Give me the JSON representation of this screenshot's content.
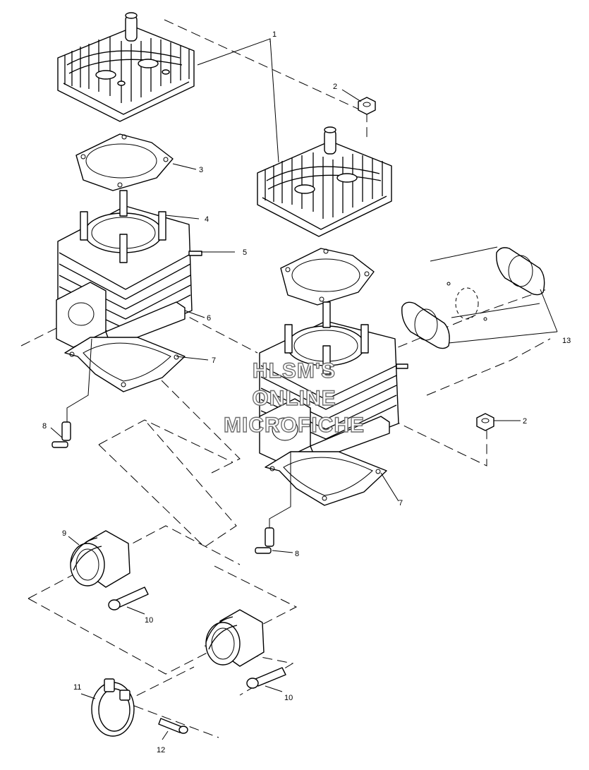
{
  "watermark": {
    "line1": "HLSM'S",
    "line2": "ONLINE",
    "line3": "MICROFICHE"
  },
  "callouts": [
    {
      "id": "c1",
      "label": "1"
    },
    {
      "id": "c2a",
      "label": "2"
    },
    {
      "id": "c3",
      "label": "3"
    },
    {
      "id": "c4",
      "label": "4"
    },
    {
      "id": "c5",
      "label": "5"
    },
    {
      "id": "c6",
      "label": "6"
    },
    {
      "id": "c7a",
      "label": "7"
    },
    {
      "id": "c8a",
      "label": "8"
    },
    {
      "id": "c13",
      "label": "13"
    },
    {
      "id": "c2b",
      "label": "2"
    },
    {
      "id": "c7b",
      "label": "7"
    },
    {
      "id": "c8b",
      "label": "8"
    },
    {
      "id": "c9",
      "label": "9"
    },
    {
      "id": "c10a",
      "label": "10"
    },
    {
      "id": "c10b",
      "label": "10"
    },
    {
      "id": "c11",
      "label": "11"
    },
    {
      "id": "c12",
      "label": "12"
    }
  ],
  "colors": {
    "line": "#000000",
    "background": "#ffffff",
    "watermark_outline": "#6e6e6e"
  }
}
